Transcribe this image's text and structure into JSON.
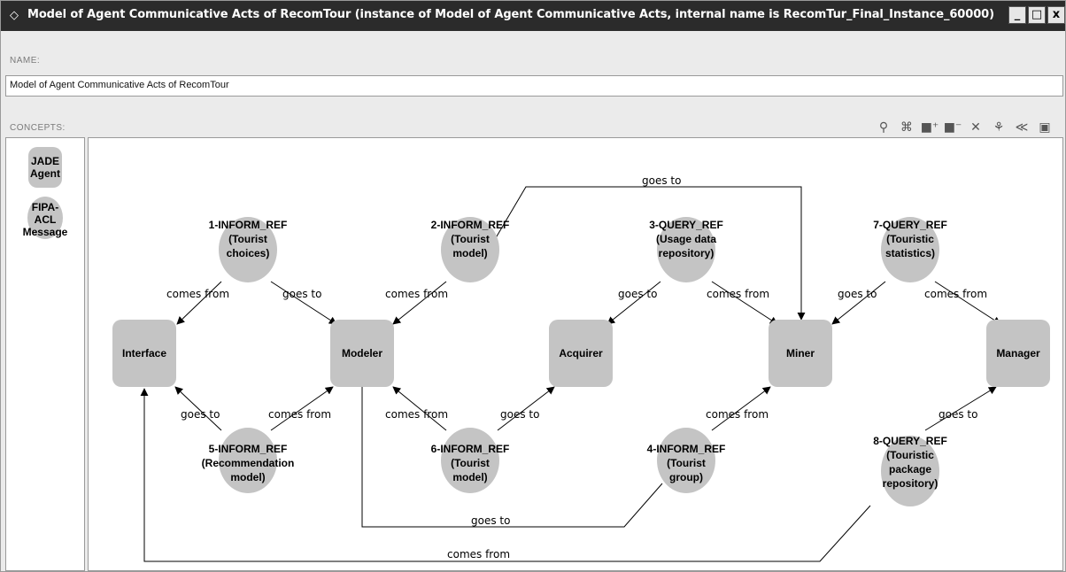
{
  "window": {
    "title": "Model of Agent Communicative Acts of RecomTour   (instance of Model of Agent Communicative Acts, internal name is RecomTur_Final_Instance_60000)",
    "icon": "diamond-icon",
    "buttons": {
      "minimize": "_",
      "maximize": "□",
      "close": "x"
    }
  },
  "name_field": {
    "label": "NAME:",
    "value": "Model of Agent Communicative Acts of RecomTour"
  },
  "concepts": {
    "label": "CONCEPTS:",
    "items": [
      {
        "label": "JADE Agent",
        "shape": "rect"
      },
      {
        "label": "FIPA-ACL Message",
        "shape": "circle"
      }
    ]
  },
  "toolbar": {
    "icons": [
      "person-icon",
      "fit-icon",
      "add-node-icon",
      "remove-node-icon",
      "delete-icon",
      "hierarchy-icon",
      "share-icon",
      "save-icon"
    ]
  },
  "diagram": {
    "agents": {
      "interface": "Interface",
      "modeler": "Modeler",
      "acquirer": "Acquirer",
      "miner": "Miner",
      "manager": "Manager"
    },
    "messages": {
      "m1": [
        "1-INFORM_REF",
        "(Tourist",
        "choices)"
      ],
      "m2": [
        "2-INFORM_REF",
        "(Tourist",
        "model)"
      ],
      "m3": [
        "3-QUERY_REF",
        "(Usage data",
        "repository)"
      ],
      "m7": [
        "7-QUERY_REF",
        "(Touristic",
        "statistics)"
      ],
      "m5": [
        "5-INFORM_REF",
        "(Recommendation",
        "model)"
      ],
      "m6": [
        "6-INFORM_REF",
        "(Tourist",
        "model)"
      ],
      "m4": [
        "4-INFORM_REF",
        "(Tourist",
        "group)"
      ],
      "m8": [
        "8-QUERY_REF",
        "(Touristic",
        "package",
        "repository)"
      ]
    },
    "edge_labels": {
      "goes_to": "goes to",
      "comes_from": "comes from"
    }
  },
  "colors": {
    "node_fill": "#c4c4c4",
    "titlebar": "#2b2b2b"
  }
}
